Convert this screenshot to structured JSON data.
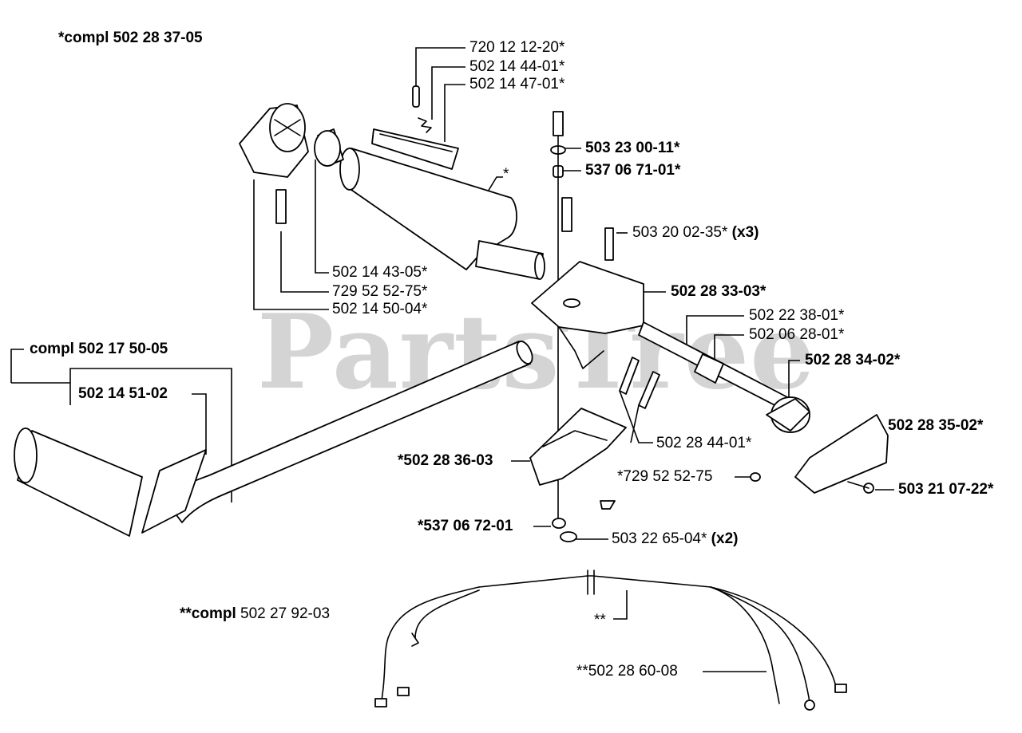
{
  "watermark": "PartsTree",
  "labels": {
    "compl_502_28_37_05": "*compl 502 28 37-05",
    "p_720_12_12_20": "720 12 12-20*",
    "p_502_14_44_01": "502 14 44-01*",
    "p_502_14_47_01": "502 14 47-01*",
    "p_503_23_00_11": "503 23 00-11*",
    "p_537_06_71_01": "537 06 71-01*",
    "grip_star": "*",
    "p_503_20_02_35": "503 20 02-35*",
    "p_503_20_02_35_qty": "(x3)",
    "p_502_28_33_03": "502 28 33-03*",
    "p_502_14_43_05": "502 14 43-05*",
    "p_729_52_52_75_a": "729 52 52-75*",
    "p_502_14_50_04": "502 14 50-04*",
    "p_502_22_38_01": "502 22 38-01*",
    "p_502_06_28_01": "502 06 28-01*",
    "compl_502_17_50_05": "compl 502 17 50-05",
    "p_502_14_51_02": "502 14 51-02",
    "p_502_28_34_02": "502 28 34-02*",
    "p_502_28_35_02": "502 28 35-02*",
    "p_502_28_44_01": "502 28 44-01*",
    "p_502_28_36_03": "*502 28 36-03",
    "p_729_52_52_75_b": "*729 52 52-75",
    "p_503_21_07_22": "503 21 07-22*",
    "p_537_06_72_01": "*537 06 72-01",
    "p_503_22_65_04": "503 22 65-04*",
    "p_503_22_65_04_qty": "(x2)",
    "compl_502_27_92_03_prefix": "**compl",
    "compl_502_27_92_03_num": "502 27 92-03",
    "wire_star": "**",
    "p_502_28_60_08": "**502 28 60-08"
  }
}
